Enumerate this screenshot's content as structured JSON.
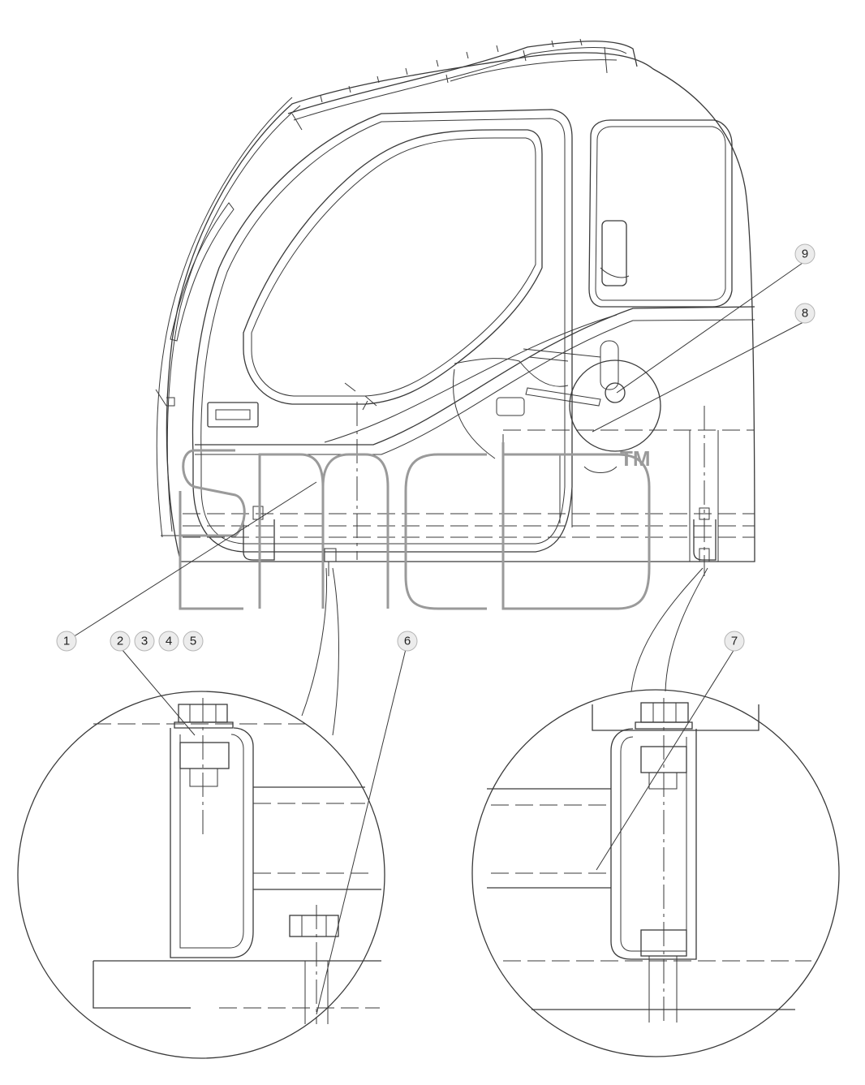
{
  "callouts": [
    {
      "label": "1"
    },
    {
      "label": "2"
    },
    {
      "label": "3"
    },
    {
      "label": "4"
    },
    {
      "label": "5"
    },
    {
      "label": "6"
    },
    {
      "label": "7"
    },
    {
      "label": "8"
    },
    {
      "label": "9"
    }
  ],
  "watermark": {
    "logo_text": "smcb",
    "trademark": "TM"
  }
}
